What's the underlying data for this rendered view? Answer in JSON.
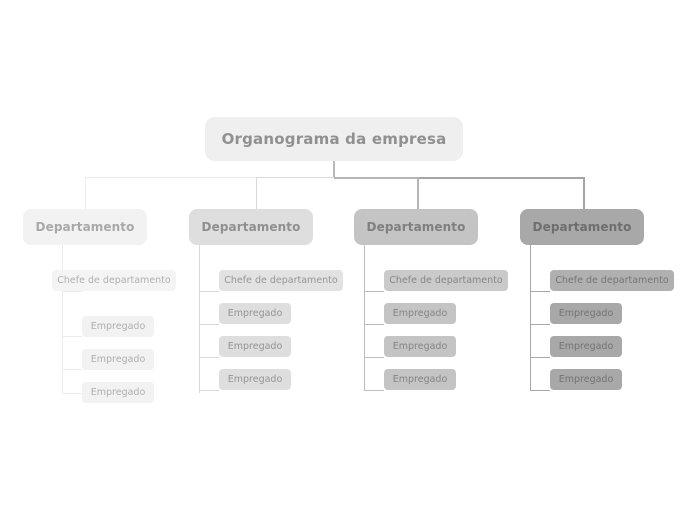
{
  "diagram": {
    "title": "Organograma da empresa",
    "background_color": "#ffffff",
    "root": {
      "label": "Organograma da empresa",
      "fill": "#efefef",
      "text_color": "#909090"
    },
    "labels": {
      "department": "Departamento",
      "chief": "Chefe de departamento",
      "employee": "Empregado"
    },
    "columns": [
      {
        "department_label": "Departamento",
        "chief_label": "Chefe de departamento",
        "employees": [
          "Empregado",
          "Empregado",
          "Empregado"
        ],
        "fill": "#f2f2f2",
        "text_color": "#a8a8a8",
        "line_color": "#ececec"
      },
      {
        "department_label": "Departamento",
        "chief_label": "Chefe de departamento",
        "employees": [
          "Empregado",
          "Empregado",
          "Empregado"
        ],
        "fill": "#dededе",
        "text_color": "#8f8f8f",
        "line_color": "#d9d9d9"
      },
      {
        "department_label": "Departamento",
        "chief_label": "Chefe de departamento",
        "employees": [
          "Empregado",
          "Empregado",
          "Empregado"
        ],
        "fill": "#c4c4c4",
        "text_color": "#7f7f7f",
        "line_color": "#bdbdbd"
      },
      {
        "department_label": "Departamento",
        "chief_label": "Chefe de departamento",
        "employees": [
          "Empregado",
          "Empregado",
          "Empregado"
        ],
        "fill": "#a8a8a8",
        "text_color": "#6e6e6e",
        "line_color": "#a0a0a0"
      }
    ]
  }
}
